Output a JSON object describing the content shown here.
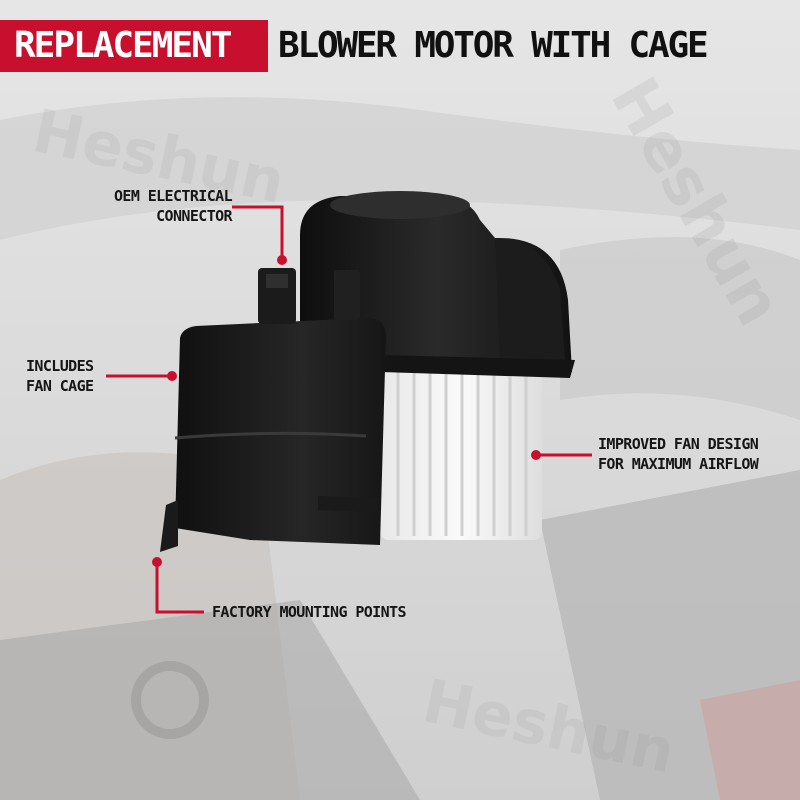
{
  "title": {
    "highlight": "REPLACEMENT",
    "rest": "BLOWER MOTOR WITH CAGE"
  },
  "callouts": {
    "oem_connector": [
      "OEM ELECTRICAL",
      "CONNECTOR"
    ],
    "fan_cage": [
      "INCLUDES",
      "FAN CAGE"
    ],
    "fan_design": [
      "IMPROVED FAN DESIGN",
      "FOR MAXIMUM AIRFLOW"
    ],
    "mounting": [
      "FACTORY MOUNTING POINTS"
    ]
  },
  "watermark": "Heshun",
  "colors": {
    "accent_red": "#c8102e",
    "text_dark": "#111111",
    "motor_black": "#1a1a1a",
    "fan_white": "#f2f2f2"
  },
  "icons": [
    "callout-dot-icon"
  ]
}
